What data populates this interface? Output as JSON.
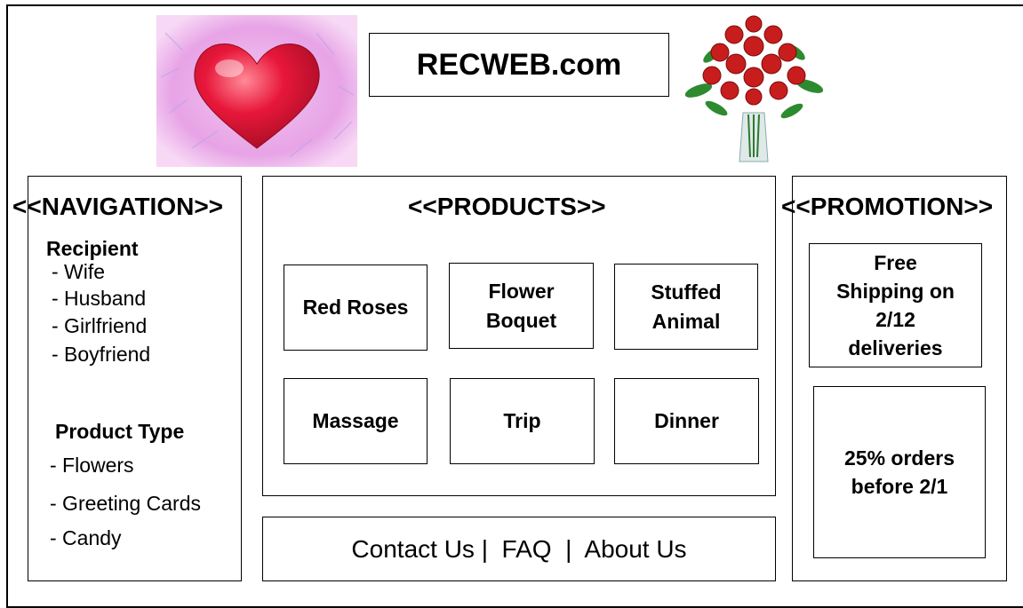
{
  "site": {
    "title": "RECWEB.com"
  },
  "navigation": {
    "heading": "<<NAVIGATION>>",
    "recipient_heading": "Recipient",
    "recipients": [
      "- Wife",
      "- Husband",
      "- Girlfriend",
      "- Boyfriend"
    ],
    "product_type_heading": "Product Type",
    "product_types": [
      "- Flowers",
      "- Greeting Cards",
      "- Candy"
    ]
  },
  "products": {
    "heading": "<<PRODUCTS>>",
    "items": [
      "Red Roses",
      "Flower\nBoquet",
      "Stuffed\nAnimal",
      "Massage",
      "Trip",
      "Dinner"
    ]
  },
  "promotion": {
    "heading": "<<PROMOTION>>",
    "items": [
      "Free\nShipping on\n2/12\ndeliveries",
      "25% orders\nbefore 2/1"
    ]
  },
  "footer": {
    "links_text": "Contact Us |  FAQ  |  About Us"
  },
  "colors": {
    "heart": "#e8173a",
    "heart_bg": "#e7a3e6",
    "rose": "#c81d1d",
    "leaf": "#2e8a2e"
  }
}
